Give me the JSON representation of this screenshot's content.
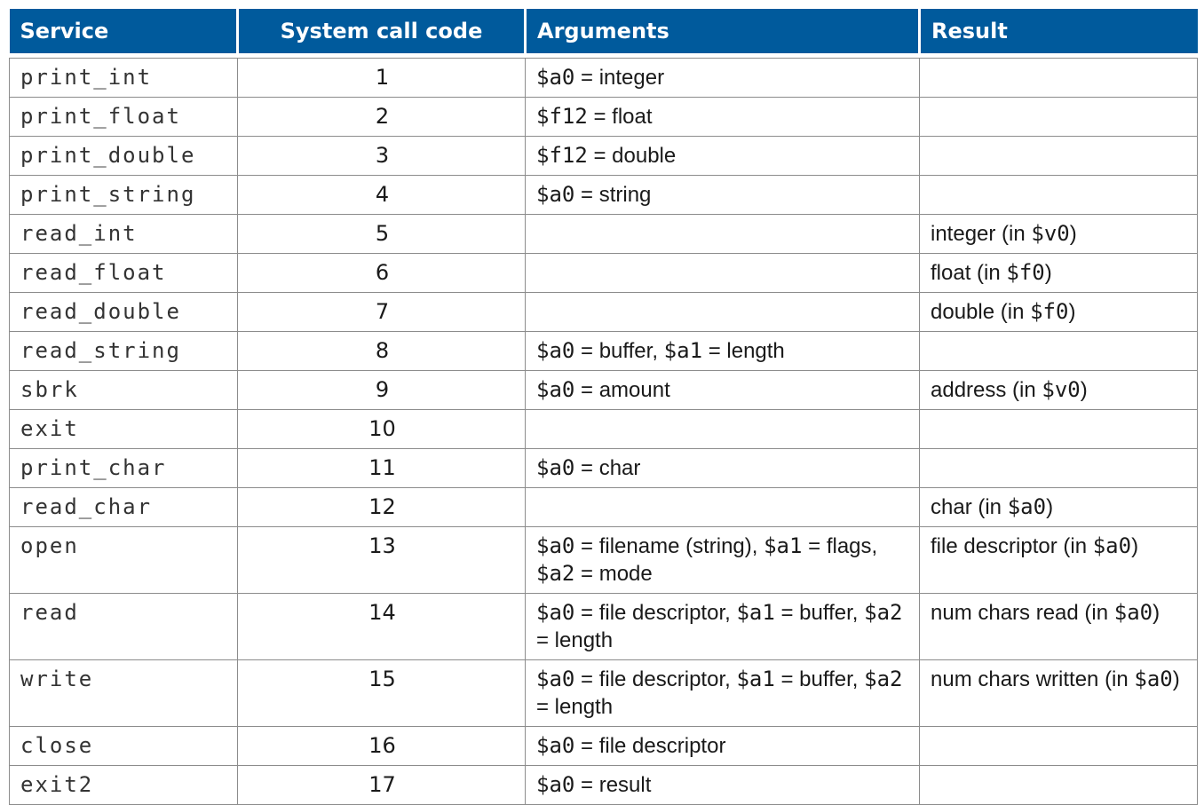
{
  "headers": {
    "service": "Service",
    "code": "System call code",
    "arguments": "Arguments",
    "result": "Result"
  },
  "rows": [
    {
      "service": "print_int",
      "code": "1",
      "args": "$a0 = integer",
      "result": ""
    },
    {
      "service": "print_float",
      "code": "2",
      "args": "$f12 = float",
      "result": ""
    },
    {
      "service": "print_double",
      "code": "3",
      "args": "$f12 = double",
      "result": ""
    },
    {
      "service": "print_string",
      "code": "4",
      "args": "$a0 = string",
      "result": ""
    },
    {
      "service": "read_int",
      "code": "5",
      "args": "",
      "result": "integer (in $v0)"
    },
    {
      "service": "read_float",
      "code": "6",
      "args": "",
      "result": "float (in $f0)"
    },
    {
      "service": "read_double",
      "code": "7",
      "args": "",
      "result": "double (in $f0)"
    },
    {
      "service": "read_string",
      "code": "8",
      "args": "$a0 = buffer, $a1 = length",
      "result": ""
    },
    {
      "service": "sbrk",
      "code": "9",
      "args": "$a0 = amount",
      "result": "address (in $v0)"
    },
    {
      "service": "exit",
      "code": "10",
      "args": "",
      "result": ""
    },
    {
      "service": "print_char",
      "code": "11",
      "args": "$a0 = char",
      "result": ""
    },
    {
      "service": "read_char",
      "code": "12",
      "args": "",
      "result": "char (in $a0)"
    },
    {
      "service": "open",
      "code": "13",
      "args": "$a0 = filename (string), $a1 = flags, $a2 = mode",
      "result": "file descriptor (in $a0)"
    },
    {
      "service": "read",
      "code": "14",
      "args": "$a0 = file descriptor, $a1 = buffer, $a2 = length",
      "result": "num chars read (in $a0)"
    },
    {
      "service": "write",
      "code": "15",
      "args": "$a0 = file descriptor, $a1 = buffer, $a2 = length",
      "result": "num chars written (in $a0)"
    },
    {
      "service": "close",
      "code": "16",
      "args": "$a0 = file descriptor",
      "result": ""
    },
    {
      "service": "exit2",
      "code": "17",
      "args": "$a0 = result",
      "result": ""
    }
  ]
}
